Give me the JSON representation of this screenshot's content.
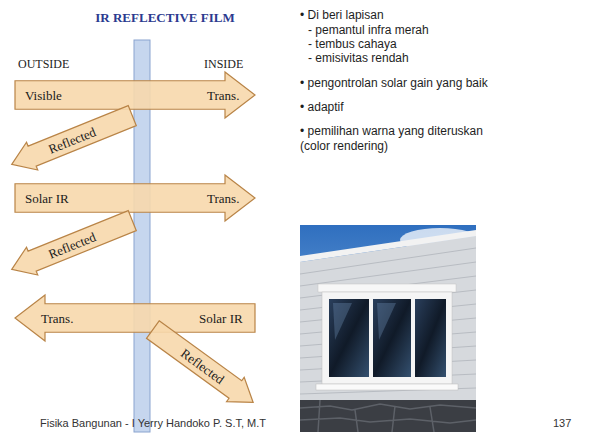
{
  "diagram": {
    "title": "IR REFLECTIVE FILM",
    "nodes": [
      {
        "text": [
          "Visible",
          "Trans."
        ]
      },
      {
        "text": [
          "Reflected"
        ]
      },
      {
        "text": [
          "Solar IR",
          "Trans."
        ]
      },
      {
        "text": [
          "Reflected"
        ]
      },
      {
        "text": [
          "Trans.",
          "Solar IR"
        ]
      },
      {
        "text": [
          "Reflected"
        ]
      }
    ],
    "labels": [
      "OUTSIDE",
      "INSIDE",
      "• Di beri lapisan",
      "- pemantul infra merah",
      "- tembus cahaya",
      "- emisivitas rendah",
      "• pengontrolan solar gain yang baik",
      "• adaptif",
      "• pemilihan warna yang diteruskan (color rendering)",
      "Fisika Bangunan - I Yerry Handoko P. S.T, M.T",
      "137"
    ]
  }
}
